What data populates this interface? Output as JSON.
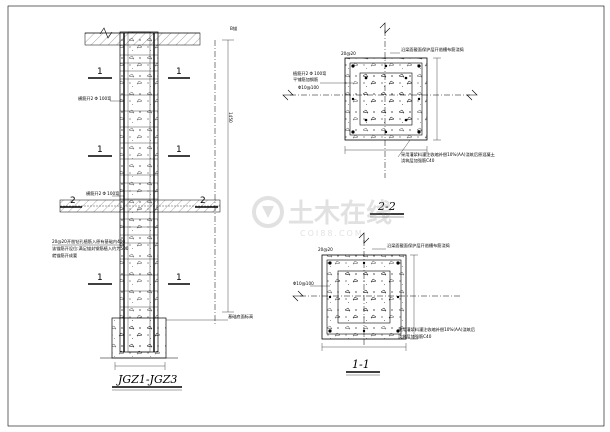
{
  "elevation": {
    "title": "JGZ1-JGZ3",
    "top_label": "B锚",
    "section_markers": [
      "1",
      "1",
      "1",
      "1",
      "2",
      "2"
    ],
    "hatch_label_1": "横筋开2 Φ 100弯",
    "hatch_label_2": "横筋开2 Φ 100弯",
    "dim_right": "1450",
    "note_lines": [
      "20@20开凿钻孔植筋入原有基础内400",
      "该锚筋开设位:满足锚封钢筋植入约为500",
      "就锚筋开成要"
    ],
    "foundation_label": "基础底面标高"
  },
  "section22": {
    "title": "2-2",
    "tag_top": "20@20",
    "note_top": "沿梁面截面保护层开凿槽布筋浇捣",
    "left_notes": [
      "植筋开2 Φ 100弯",
      "平铺筋加钢筋",
      "Φ10@100"
    ],
    "note_bottom": [
      "采用灌浆料灌注收缩补偿10%(AA)浇筑后原混凝土",
      "浇筑层加强筋C40"
    ]
  },
  "section11": {
    "title": "1-1",
    "tag_top": "20@20",
    "left_tag": "Φ10@100",
    "note_top": "沿梁面截面保护层开凿槽布筋浇捣",
    "note_bottom": [
      "采用灌浆料灌注收缩补偿10%(AA)浇筑后",
      "浇筑层加强筋C40"
    ]
  },
  "watermark": {
    "brand": "土木在线",
    "site": "COI88.COM"
  }
}
